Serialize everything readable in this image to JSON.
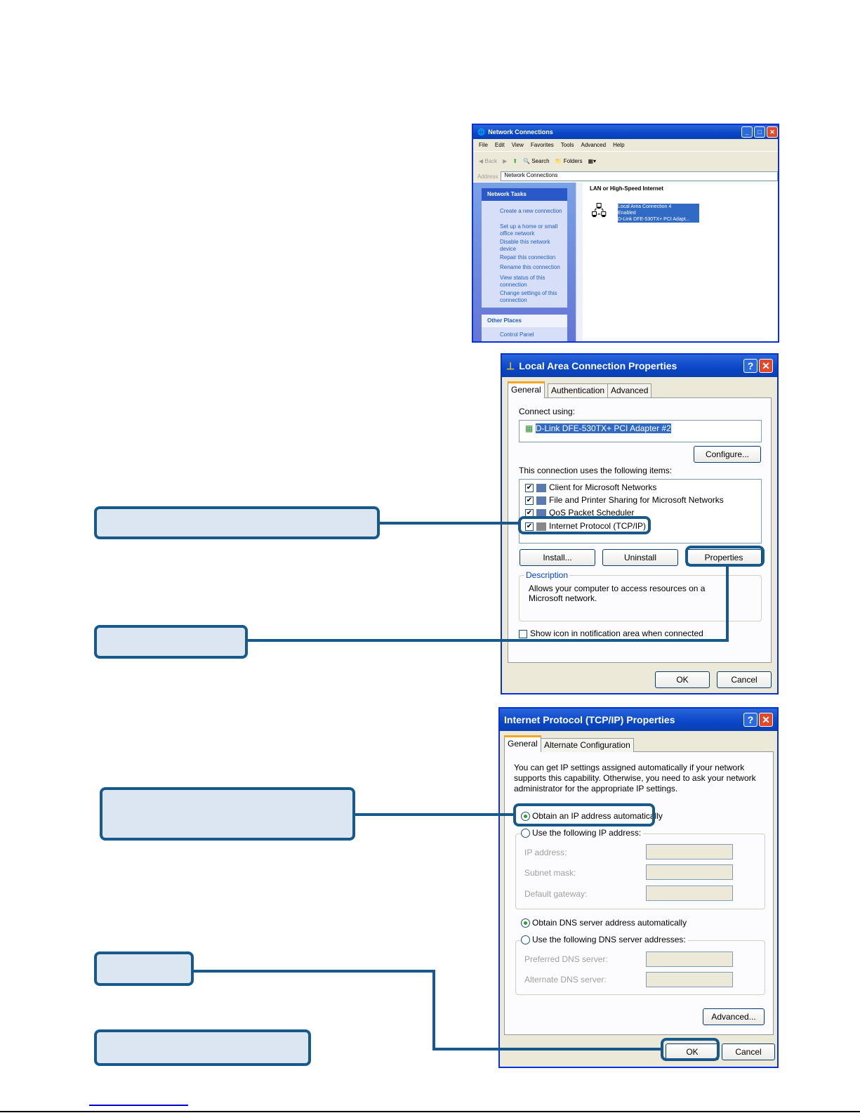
{
  "network_connections": {
    "title": "Network Connections",
    "menu": [
      "File",
      "Edit",
      "View",
      "Favorites",
      "Tools",
      "Advanced",
      "Help"
    ],
    "toolbar": {
      "back": "Back",
      "search": "Search",
      "folders": "Folders"
    },
    "address_label": "Address",
    "address_value": "Network Connections",
    "tasks_header": "Network Tasks",
    "tasks": [
      "Create a new connection",
      "Set up a home or small office network",
      "Disable this network device",
      "Repair this connection",
      "Rename this connection",
      "View status of this connection",
      "Change settings of this connection"
    ],
    "other_places_header": "Other Places",
    "other_places": [
      "Control Panel"
    ],
    "group_header": "LAN or High-Speed Internet",
    "connection": {
      "name": "Local Area Connection 4",
      "status": "Enabled",
      "device": "D-Link DFE-530TX+ PCI Adapt..."
    }
  },
  "lac_properties": {
    "title": "Local Area Connection Properties",
    "tabs": [
      "General",
      "Authentication",
      "Advanced"
    ],
    "connect_using_label": "Connect using:",
    "adapter": "D-Link DFE-530TX+ PCI Adapter #2",
    "configure": "Configure...",
    "items_label": "This connection uses the following items:",
    "items": [
      {
        "label": "Client for Microsoft Networks",
        "checked": true
      },
      {
        "label": "File and Printer Sharing for Microsoft Networks",
        "checked": true
      },
      {
        "label": "QoS Packet Scheduler",
        "checked": true
      },
      {
        "label": "Internet Protocol (TCP/IP)",
        "checked": true
      }
    ],
    "install": "Install...",
    "uninstall": "Uninstall",
    "properties": "Properties",
    "description_label": "Description",
    "description": "Allows your computer to access resources on a Microsoft network.",
    "show_icon": "Show icon in notification area when connected",
    "show_icon_checked": false,
    "ok": "OK",
    "cancel": "Cancel"
  },
  "tcpip_properties": {
    "title": "Internet Protocol (TCP/IP) Properties",
    "tabs": [
      "General",
      "Alternate Configuration"
    ],
    "intro": "You can get IP settings assigned automatically if your network supports this capability. Otherwise, you need to ask your network administrator for the appropriate IP settings.",
    "obtain_ip": "Obtain an IP address automatically",
    "use_ip": "Use the following IP address:",
    "ip_address": "IP address:",
    "subnet_mask": "Subnet mask:",
    "default_gateway": "Default gateway:",
    "obtain_dns": "Obtain DNS server address automatically",
    "use_dns": "Use the following DNS server addresses:",
    "preferred_dns": "Preferred DNS server:",
    "alternate_dns": "Alternate DNS server:",
    "field_placeholder": ".       .       .",
    "advanced": "Advanced...",
    "ok": "OK",
    "cancel": "Cancel"
  },
  "colors": {
    "callout_fill": "#dce6f1",
    "callout_border": "#16598a",
    "link": "#0000cc"
  }
}
